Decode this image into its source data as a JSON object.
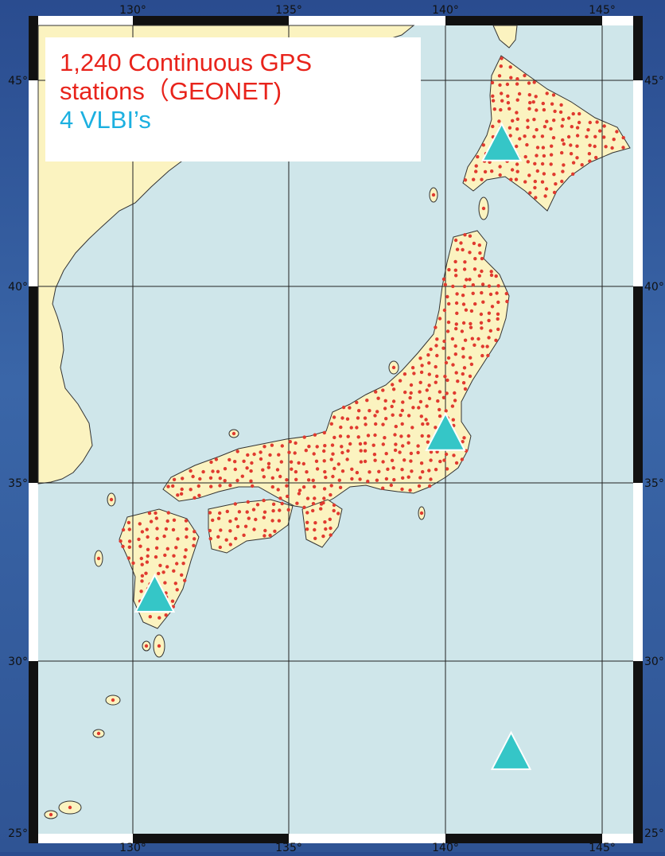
{
  "legend": {
    "gps_text_line1": "1,240 Continuous GPS",
    "gps_text_line2": "stations（GEONET)",
    "vlbi_text": "4 VLBI’s"
  },
  "axes": {
    "lon_ticks_top": [
      "130°",
      "135°",
      "140°",
      "145°"
    ],
    "lon_ticks_bottom": [
      "130°",
      "135°",
      "140°",
      "145°"
    ],
    "lat_ticks_left": [
      "45°",
      "40°",
      "35°",
      "30°",
      "25°"
    ],
    "lat_ticks_right": [
      "45°",
      "40°",
      "35°",
      "30°",
      "25°"
    ]
  },
  "colors": {
    "sea": "#cfe6ea",
    "land": "#fbf3c0",
    "gps_dot": "#e03a2f",
    "vlbi": "#35c6c7",
    "gps_text": "#e8231b",
    "vlbi_text": "#1cb0e0",
    "frame": "#111111"
  },
  "vlbi_stations": [
    {
      "lon": 141.8,
      "lat": 43.5
    },
    {
      "lon": 140.0,
      "lat": 36.3
    },
    {
      "lon": 130.7,
      "lat": 31.9
    },
    {
      "lon": 142.1,
      "lat": 27.4
    }
  ]
}
